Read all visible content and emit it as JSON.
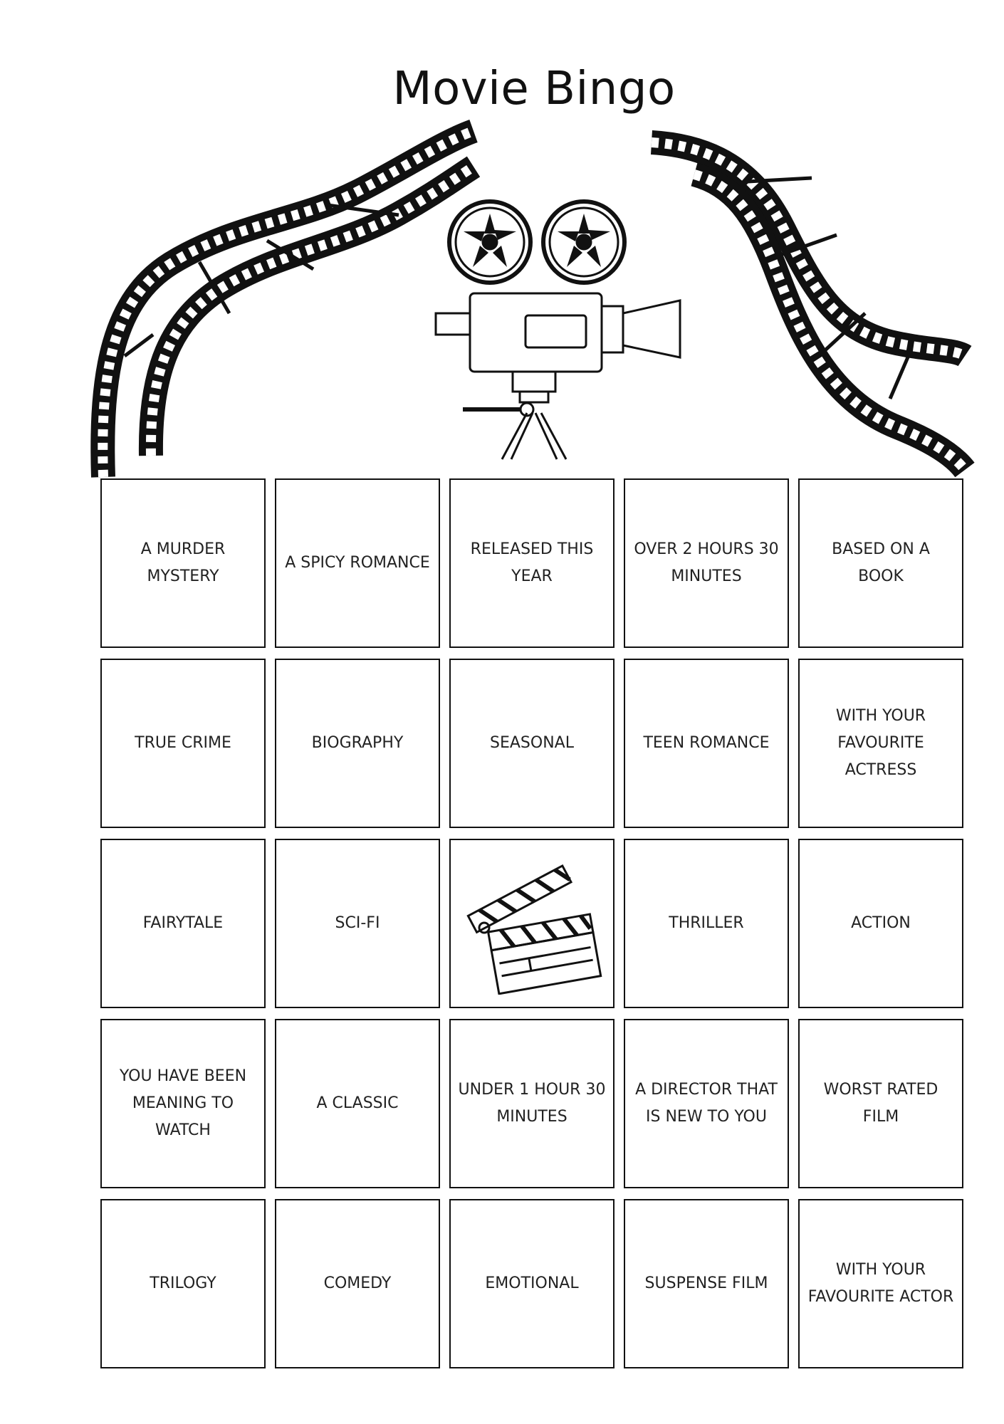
{
  "title": "Movie Bingo",
  "images": {
    "left_film": "film-strip-icon",
    "right_film": "film-strip-icon",
    "projector": "movie-camera-icon",
    "free_space": "clapperboard-icon"
  },
  "cells": [
    "A MURDER MYSTERY",
    "A SPICY ROMANCE",
    "RELEASED THIS YEAR",
    "OVER 2 HOURS 30 MINUTES",
    "BASED ON A BOOK",
    "TRUE CRIME",
    "BIOGRAPHY",
    "SEASONAL",
    "TEEN ROMANCE",
    "WITH YOUR FAVOURITE ACTRESS",
    "FAIRYTALE",
    "SCI-FI",
    "",
    "THRILLER",
    "ACTION",
    "YOU HAVE BEEN MEANING TO WATCH",
    "A CLASSIC",
    "UNDER 1 HOUR 30 MINUTES",
    "A DIRECTOR THAT IS NEW TO YOU",
    "WORST RATED FILM",
    "TRILOGY",
    "COMEDY",
    "EMOTIONAL",
    "SUSPENSE FILM",
    "WITH YOUR FAVOURITE ACTOR"
  ]
}
